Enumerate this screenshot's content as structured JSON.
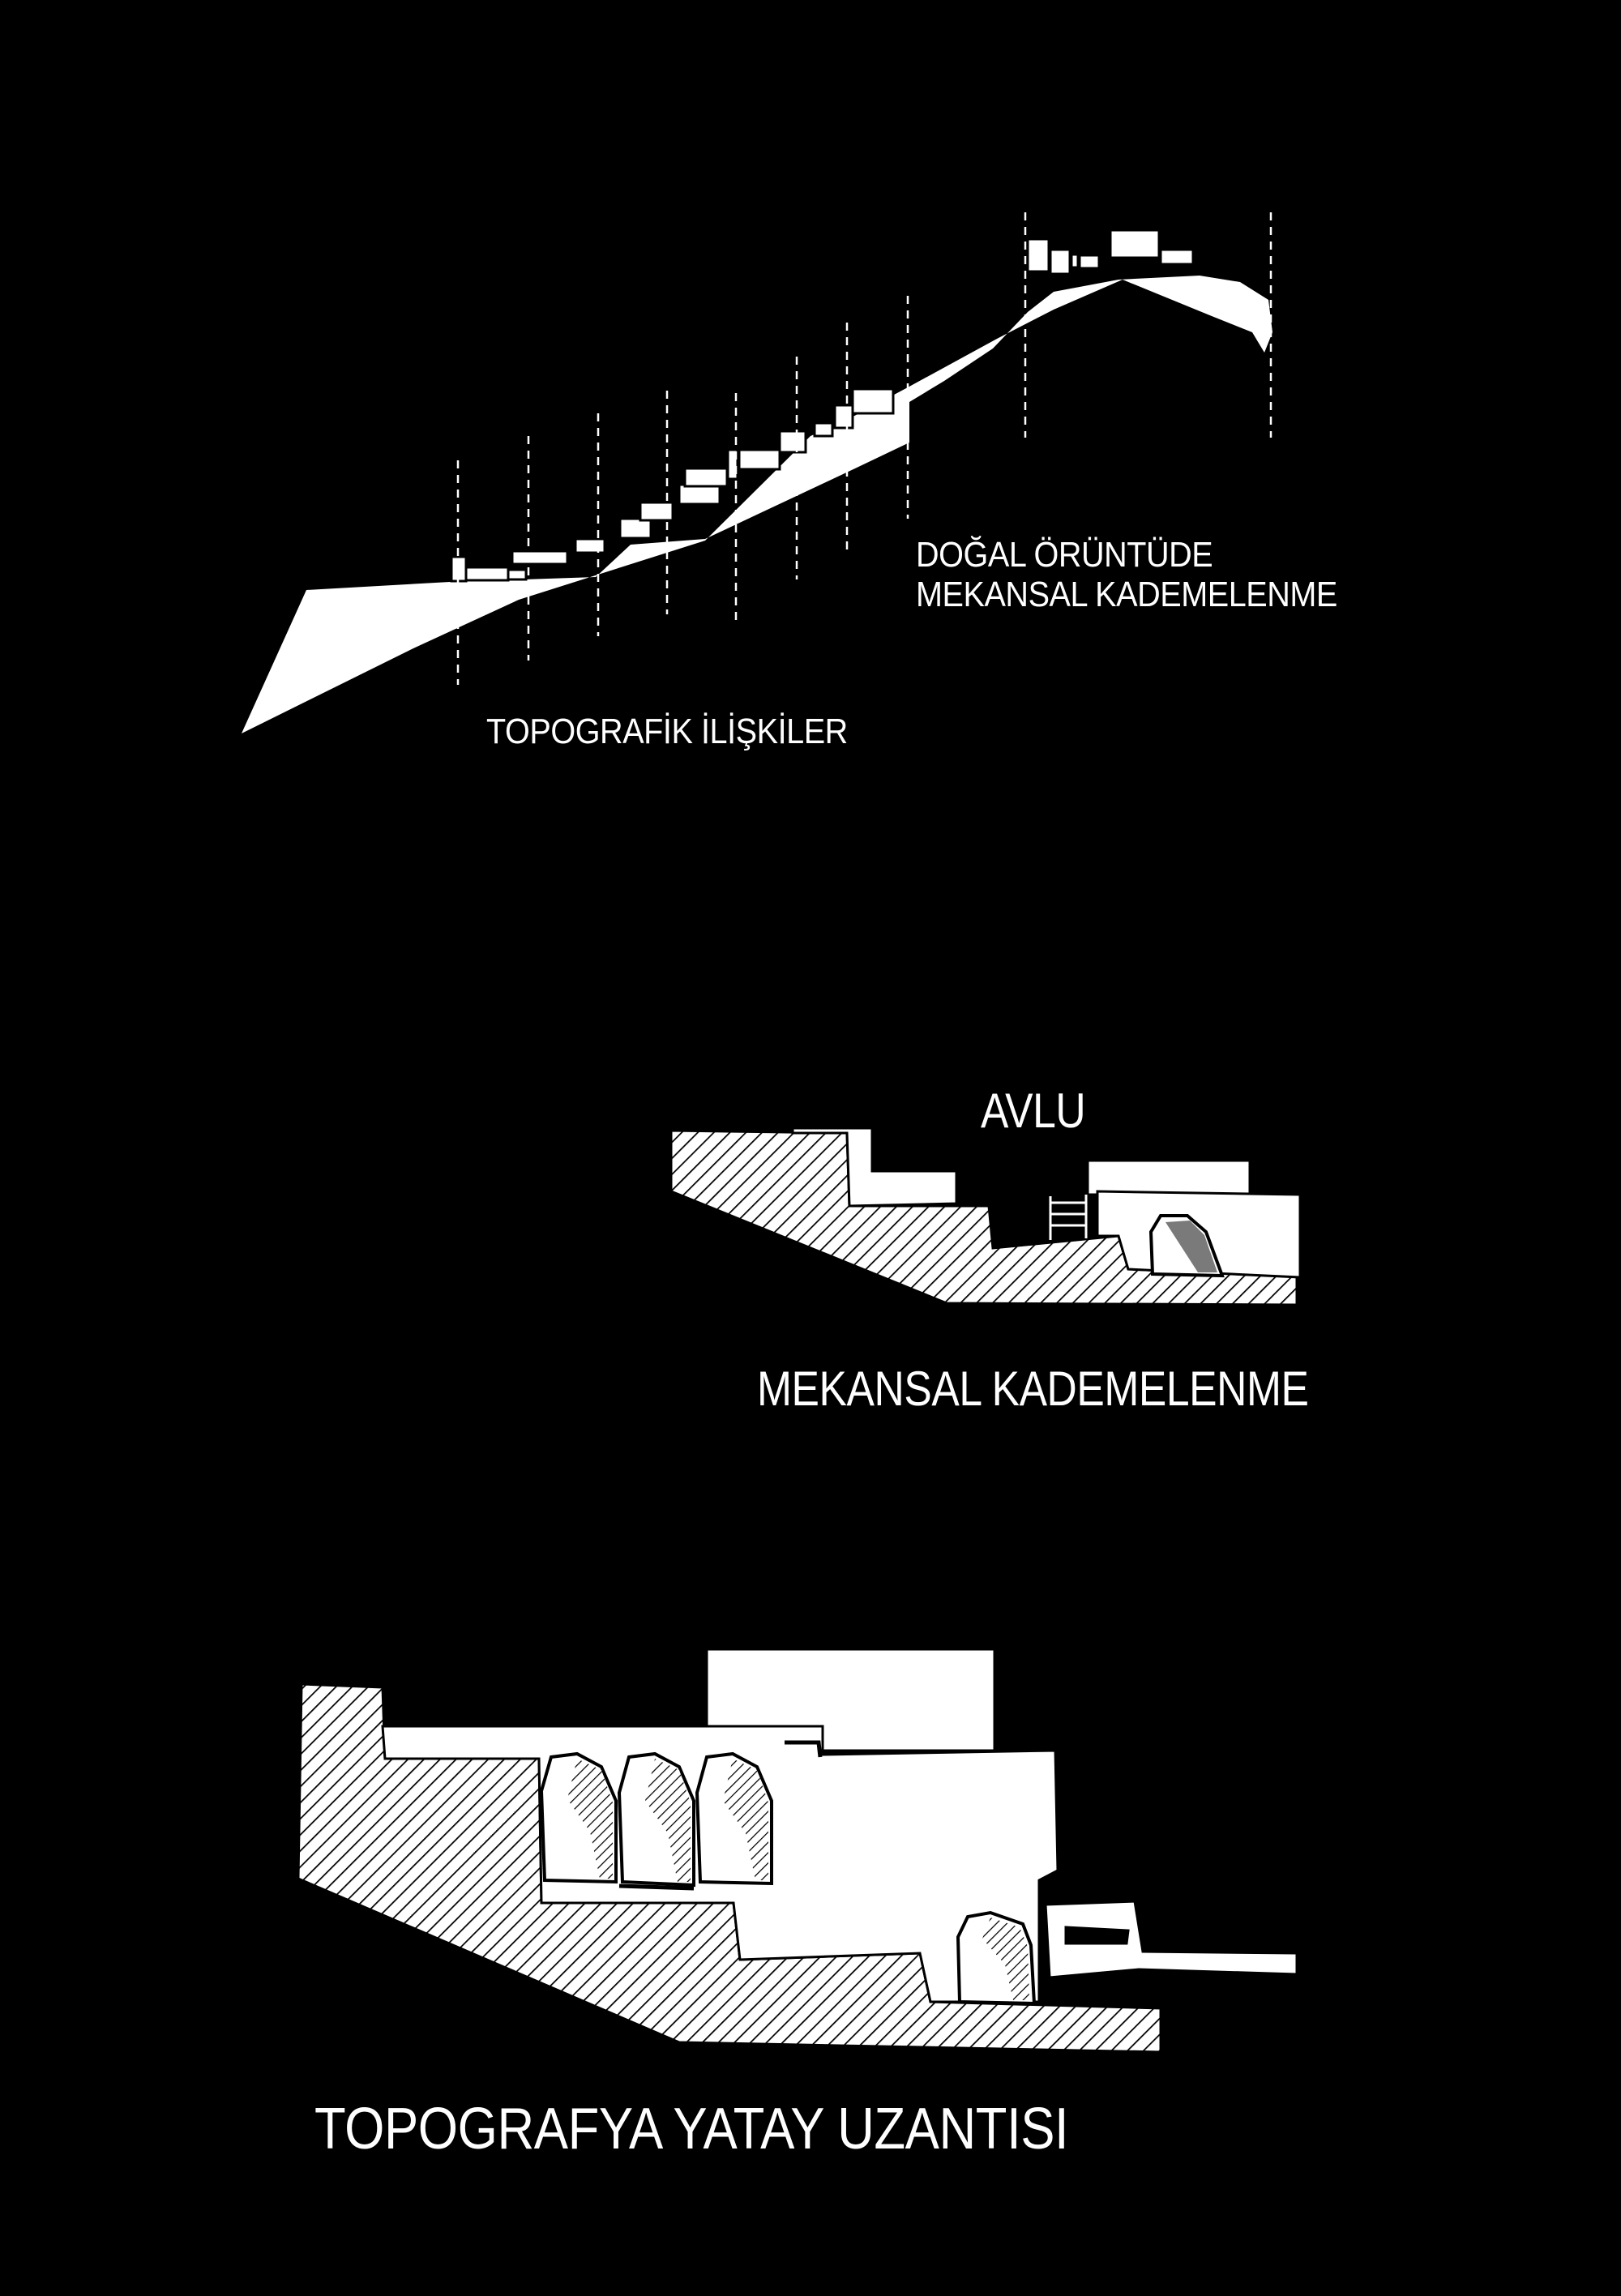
{
  "diagram1": {
    "label_pattern": [
      "DOĞAL ÖRÜNTÜDE",
      "MEKANSAL KADEMELENME"
    ],
    "label_topography": "TOPOGRAFİK İLİŞKİLER"
  },
  "diagram2": {
    "label_courtyard": "AVLU",
    "label_caption": "MEKANSAL KADEMELENME"
  },
  "diagram3": {
    "label_caption": "TOPOGRAFYA YATAY UZANTISI"
  },
  "colors": {
    "background": "#000000",
    "foreground": "#ffffff",
    "accent_grey": "#7a7a7a"
  }
}
